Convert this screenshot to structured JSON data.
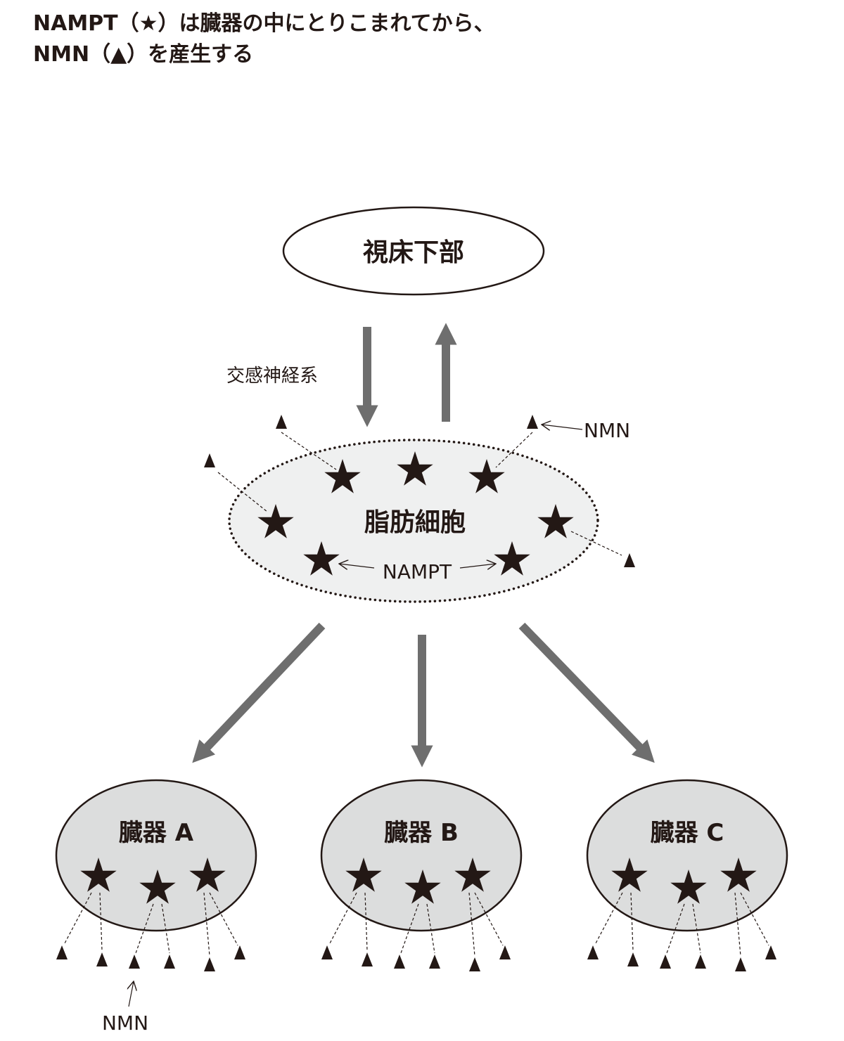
{
  "title": {
    "line1": "NAMPT（★）は臓器の中にとりこまれてから、",
    "line2": "NMN（▲）を産生する"
  },
  "diagram": {
    "hypothalamus_label": "視床下部",
    "sympathetic_label": "交感神経系",
    "adipocyte_label": "脂肪細胞",
    "nampt_label": "NAMPT",
    "nmn_label_top": "NMN",
    "nmn_label_bottom": "NMN",
    "organs": [
      {
        "label": "臓器 A"
      },
      {
        "label": "臓器 B"
      },
      {
        "label": "臓器 C"
      }
    ],
    "colors": {
      "arrow": "#6e6e6e",
      "adipocyte_fill": "#eff0f0",
      "organ_fill": "#dcdddd",
      "ink": "#231815"
    }
  }
}
